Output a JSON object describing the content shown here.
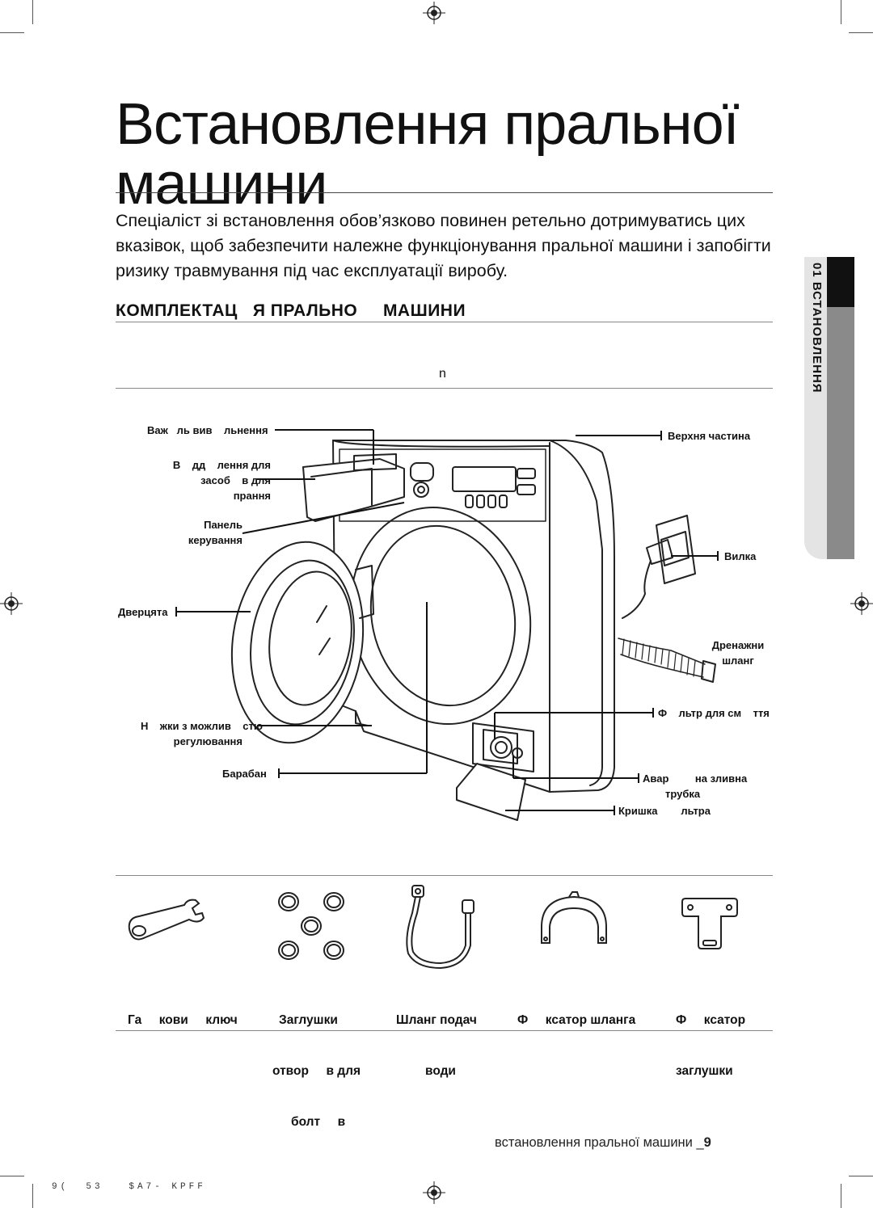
{
  "title_line1": "Встановлення пральної",
  "title_line2": "машини",
  "intro": "Спеціаліст зі встановлення обов’язково повинен ретельно дотримуватись цих вказівок, щоб забезпечити належне функціонування пральної машини і запобігти ризику травмування під час експлуатації виробу.",
  "section_heading": "КОМПЛЕКТАЦ   Я ПРАЛЬНО     МАШИНИ",
  "note_symbol": "n",
  "side_tab": "01 ВСТАНОВЛЕННЯ",
  "diagram_labels": {
    "lever": "Важ   ль вив    льнення",
    "drawer_1": "В    дд    лення для",
    "drawer_2": "засоб    в для",
    "drawer_3": "прання",
    "panel_1": "Панель",
    "panel_2": "керування",
    "door": "Дверцята",
    "feet_1": "Н    жки з можлив    стю",
    "feet_2": "регулювання",
    "drum": "Барабан",
    "top": "Верхня частина",
    "plug": "Вилка",
    "drain_1": "Дренажни",
    "drain_2": "шланг",
    "filter": "Ф    льтр для см    ття",
    "emergency_1": "Авар         на зливна",
    "emergency_2": "трубка",
    "filter_cover": "Кришка        льтра"
  },
  "accessories": [
    {
      "line1": "Га     кови     ключ",
      "line2": "",
      "line3": ""
    },
    {
      "line1": "Заглушки",
      "line2": "отвор     в для",
      "line3": "болт     в"
    },
    {
      "line1": "Шланг подач",
      "line2": "води",
      "line3": ""
    },
    {
      "line1": "Ф     ксатор шланга",
      "line2": "",
      "line3": ""
    },
    {
      "line1": "Ф     ксатор",
      "line2": "заглушки",
      "line3": ""
    }
  ],
  "footer_text": "встановлення пральної машини _",
  "footer_page": "9",
  "bottom_code": "9(  53   $A7- KPFF"
}
